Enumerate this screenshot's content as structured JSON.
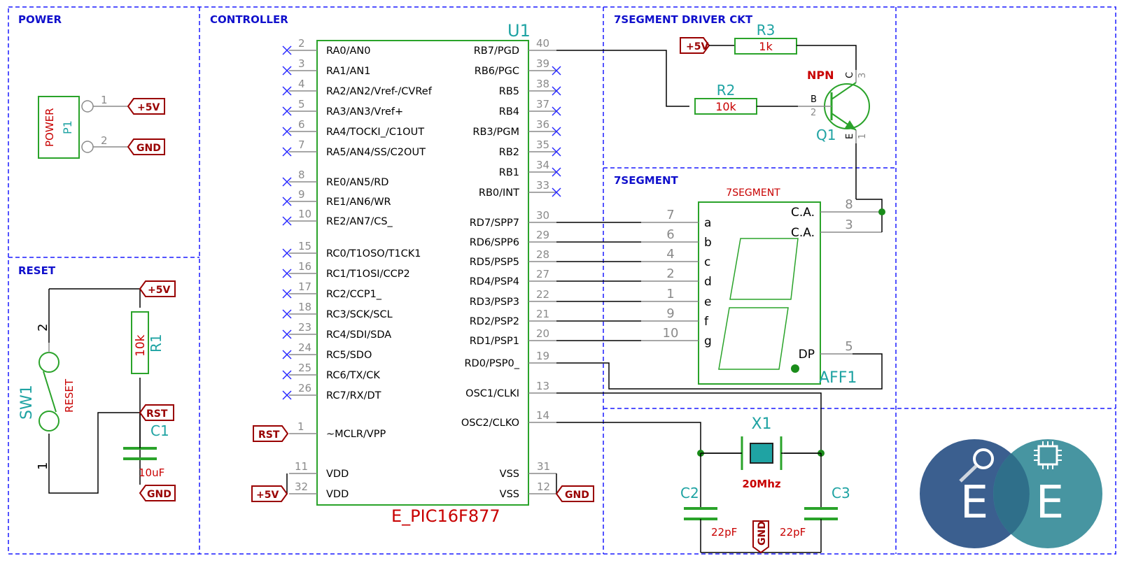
{
  "sections": {
    "power": "POWER",
    "controller": "CONTROLLER",
    "driver": "7SEGMENT DRIVER CKT",
    "segment": "7SEGMENT",
    "reset": "RESET"
  },
  "power_conn": {
    "ref": "P1",
    "value": "POWER",
    "pin1": "1",
    "pin2": "2",
    "label1": "+5V",
    "label2": "GND"
  },
  "reset": {
    "switch_ref": "SW1",
    "switch_value": "RESET",
    "sw_pin_top": "2",
    "sw_pin_bot": "1",
    "r_ref": "R1",
    "r_value": "10k",
    "c_ref": "C1",
    "c_value": "10uF",
    "label_vcc": "+5V",
    "label_rst": "RST",
    "label_gnd": "GND"
  },
  "mcu": {
    "ref": "U1",
    "value": "E_PIC16F877",
    "left_pins": [
      {
        "num": "2",
        "name": "RA0/AN0"
      },
      {
        "num": "3",
        "name": "RA1/AN1"
      },
      {
        "num": "4",
        "name": "RA2/AN2/Vref-/CVRef"
      },
      {
        "num": "5",
        "name": "RA3/AN3/Vref+"
      },
      {
        "num": "6",
        "name": "RA4/TOCKI_/C1OUT"
      },
      {
        "num": "7",
        "name": "RA5/AN4/SS/C2OUT"
      },
      {
        "num": "8",
        "name": "RE0/AN5/RD"
      },
      {
        "num": "9",
        "name": "RE1/AN6/WR"
      },
      {
        "num": "10",
        "name": "RE2/AN7/CS_"
      },
      {
        "num": "15",
        "name": "RC0/T1OSO/T1CK1"
      },
      {
        "num": "16",
        "name": "RC1/T1OSI/CCP2"
      },
      {
        "num": "17",
        "name": "RC2/CCP1_"
      },
      {
        "num": "18",
        "name": "RC3/SCK/SCL"
      },
      {
        "num": "23",
        "name": "RC4/SDI/SDA"
      },
      {
        "num": "24",
        "name": "RC5/SDO"
      },
      {
        "num": "25",
        "name": "RC6/TX/CK"
      },
      {
        "num": "26",
        "name": "RC7/RX/DT"
      }
    ],
    "mclr": {
      "num": "1",
      "name": "~MCLR/VPP",
      "label": "RST"
    },
    "vdd": [
      {
        "num": "11",
        "name": "VDD"
      },
      {
        "num": "32",
        "name": "VDD"
      }
    ],
    "vdd_label": "+5V",
    "right_pins": [
      {
        "num": "40",
        "name": "RB7/PGD"
      },
      {
        "num": "39",
        "name": "RB6/PGC"
      },
      {
        "num": "38",
        "name": "RB5"
      },
      {
        "num": "37",
        "name": "RB4"
      },
      {
        "num": "36",
        "name": "RB3/PGM"
      },
      {
        "num": "35",
        "name": "RB2"
      },
      {
        "num": "34",
        "name": "RB1"
      },
      {
        "num": "33",
        "name": "RB0/INT"
      },
      {
        "num": "30",
        "name": "RD7/SPP7"
      },
      {
        "num": "29",
        "name": "RD6/SPP6"
      },
      {
        "num": "28",
        "name": "RD5/PSP5"
      },
      {
        "num": "27",
        "name": "RD4/PSP4"
      },
      {
        "num": "22",
        "name": "RD3/PSP3"
      },
      {
        "num": "21",
        "name": "RD2/PSP2"
      },
      {
        "num": "20",
        "name": "RD1/PSP1"
      },
      {
        "num": "19",
        "name": "RD0/PSP0_"
      },
      {
        "num": "13",
        "name": "OSC1/CLKI"
      },
      {
        "num": "14",
        "name": "OSC2/CLKO"
      }
    ],
    "vss": [
      {
        "num": "31",
        "name": "VSS"
      },
      {
        "num": "12",
        "name": "VSS"
      }
    ],
    "vss_label": "GND"
  },
  "driver": {
    "r3_ref": "R3",
    "r3_value": "1k",
    "r2_ref": "R2",
    "r2_value": "10k",
    "q_ref": "Q1",
    "q_value": "NPN",
    "label_vcc": "+5V",
    "pin_b": "B",
    "pin_c": "C",
    "pin_e": "E",
    "num_b": "2",
    "num_c": "3",
    "num_e": "1"
  },
  "display": {
    "ref": "AFF1",
    "value": "7SEGMENT",
    "ca_pins": [
      {
        "num": "8",
        "name": "C.A."
      },
      {
        "num": "3",
        "name": "C.A."
      }
    ],
    "seg_pins": [
      {
        "num": "7",
        "name": "a"
      },
      {
        "num": "6",
        "name": "b"
      },
      {
        "num": "4",
        "name": "c"
      },
      {
        "num": "2",
        "name": "d"
      },
      {
        "num": "1",
        "name": "e"
      },
      {
        "num": "9",
        "name": "f"
      },
      {
        "num": "10",
        "name": "g"
      }
    ],
    "dp": {
      "num": "5",
      "name": "DP"
    }
  },
  "crystal": {
    "x_ref": "X1",
    "x_value": "20Mhz",
    "c2_ref": "C2",
    "c2_value": "22pF",
    "c3_ref": "C3",
    "c3_value": "22pF",
    "label_gnd": "GND"
  },
  "logo": {
    "letter1": "E",
    "letter2": "E",
    "color1": "#3b5f8f",
    "color2": "#3d8f9c"
  },
  "colors": {
    "border": "#1a1aff",
    "component": "#2aa32a",
    "reference": "#1fa3a3",
    "value": "#c80000",
    "label": "#990000"
  }
}
